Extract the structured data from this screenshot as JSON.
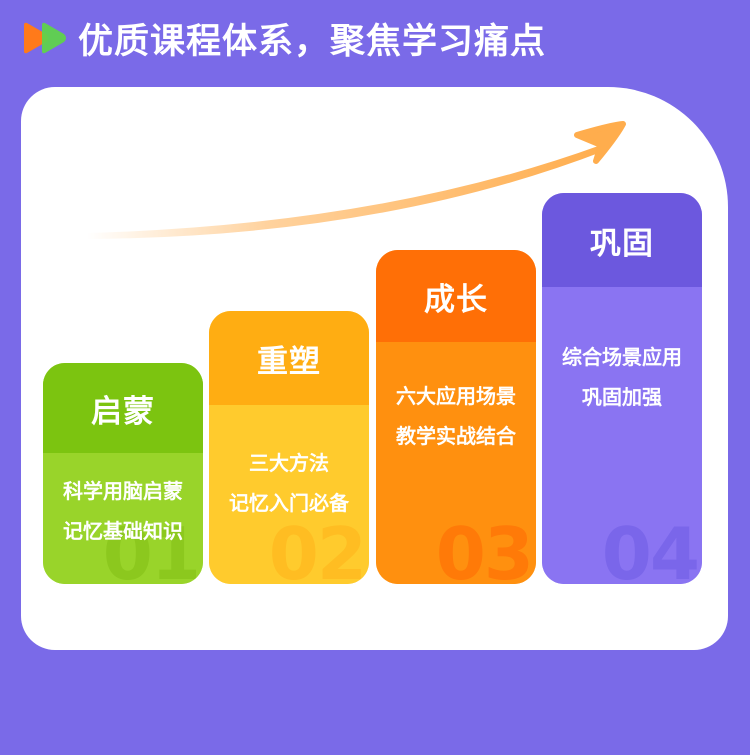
{
  "header": {
    "title": "优质课程体系，聚焦学习痛点",
    "logo_icon": "play-arrows-icon",
    "logo_colors": [
      "#ff7a1a",
      "#5fd34c"
    ]
  },
  "colors": {
    "background": "#7a6ae8",
    "card": "#ffffff",
    "arrow": "#ffad4d"
  },
  "steps": [
    {
      "title": "启蒙",
      "lines": [
        "科学用脑启蒙",
        "记忆基础知识"
      ],
      "number": "01",
      "head_color": "#7cc410",
      "body_color": "#99d42a",
      "number_color": "#8cc81e"
    },
    {
      "title": "重塑",
      "lines": [
        "三大方法",
        "记忆入门必备"
      ],
      "number": "02",
      "head_color": "#ffad12",
      "body_color": "#ffcb2d",
      "number_color": "#ffbd22"
    },
    {
      "title": "成长",
      "lines": [
        "六大应用场景",
        "教学实战结合"
      ],
      "number": "03",
      "head_color": "#ff6f06",
      "body_color": "#ff900f",
      "number_color": "#ff7a08"
    },
    {
      "title": "巩固",
      "lines": [
        "综合场景应用",
        "巩固加强"
      ],
      "number": "04",
      "head_color": "#6c58de",
      "body_color": "#8a74f2",
      "number_color": "#7a66ea"
    }
  ]
}
